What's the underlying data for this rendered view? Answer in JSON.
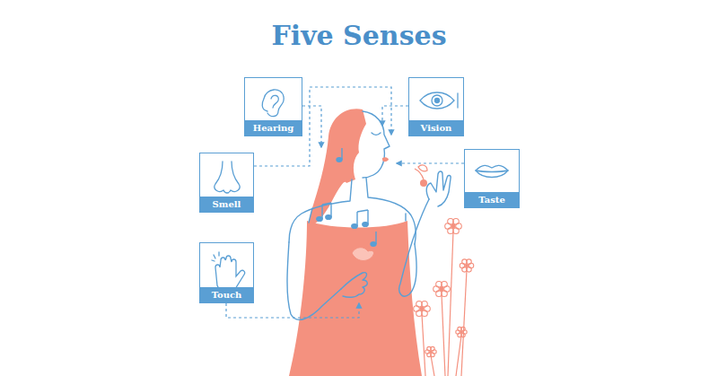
{
  "diagram": {
    "title": "Five Senses",
    "nodes": [
      {
        "text": [
          "Hearing"
        ]
      },
      {
        "text": [
          "Vision"
        ]
      },
      {
        "text": [
          "Smell"
        ]
      },
      {
        "text": [
          "Taste"
        ]
      },
      {
        "text": [
          "Touch"
        ]
      }
    ]
  }
}
